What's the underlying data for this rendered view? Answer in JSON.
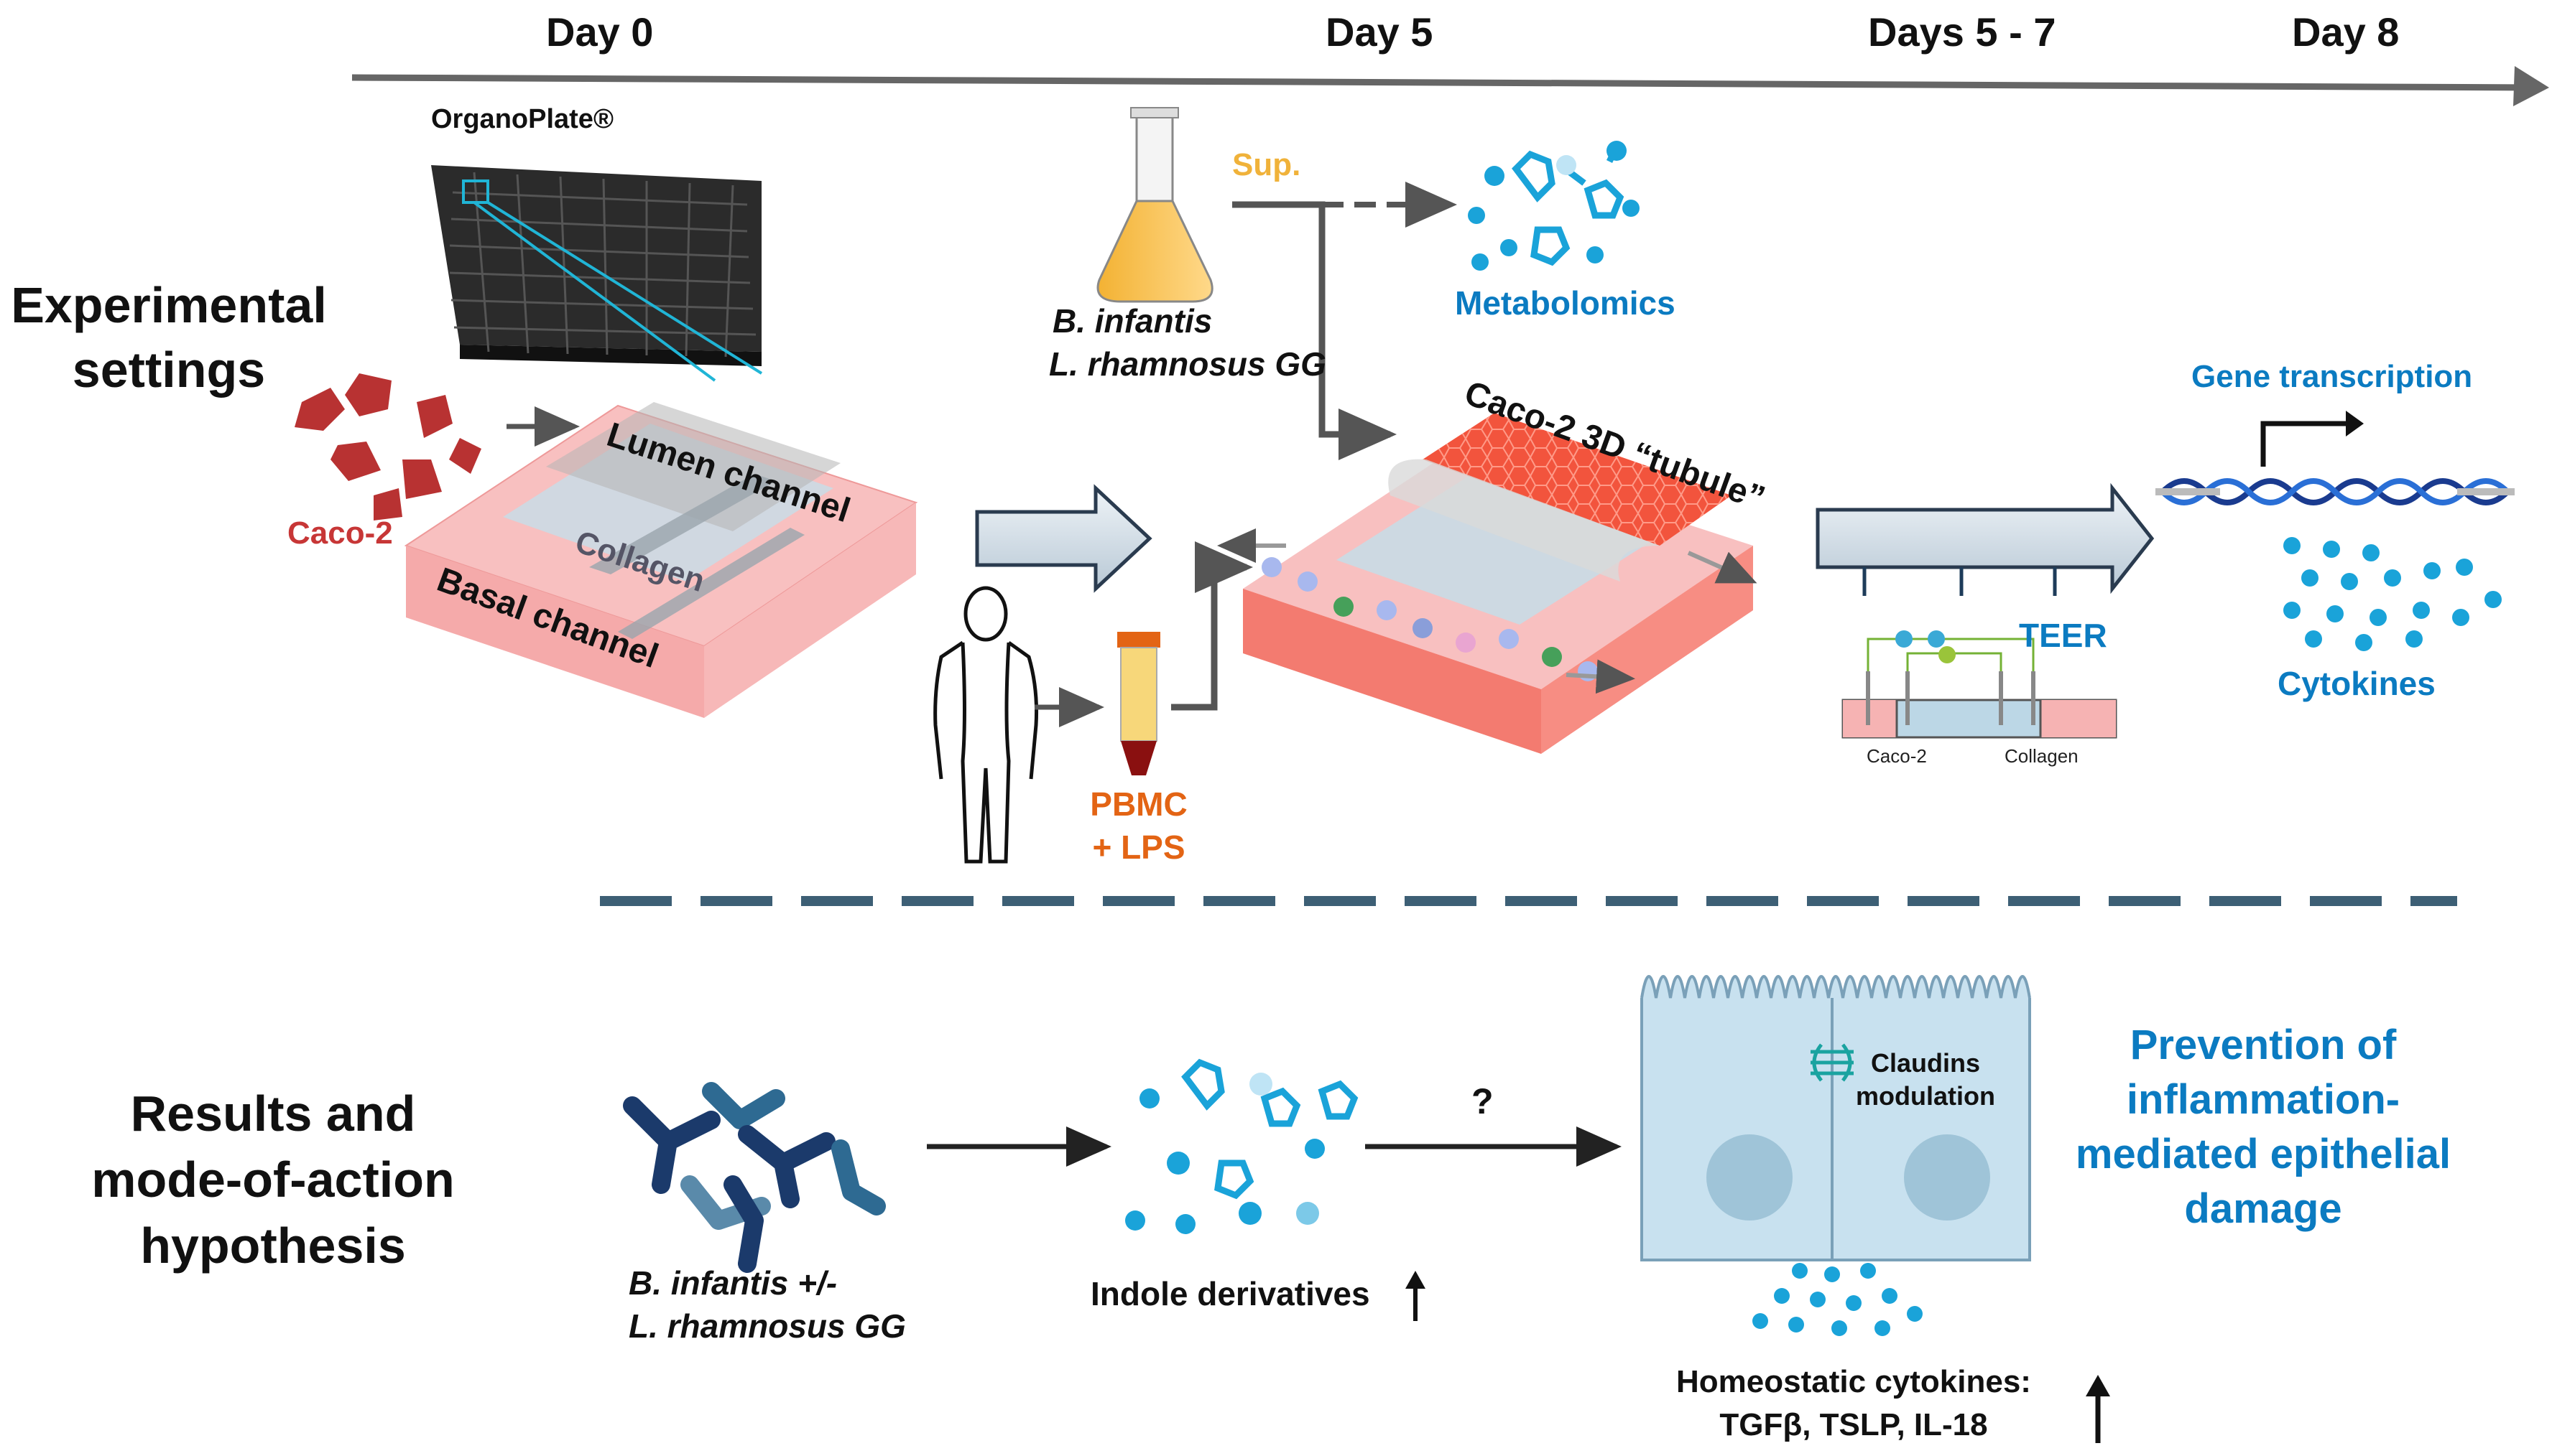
{
  "timeline": {
    "day0": "Day 0",
    "day5": "Day 5",
    "days57": "Days 5 - 7",
    "day8": "Day 8"
  },
  "sections": {
    "experimental": "Experimental\nsettings",
    "results": "Results and\nmode-of-action\nhypothesis"
  },
  "top": {
    "organoplate": "OrganoPlate®",
    "caco2_cells": "Caco-2",
    "lumen": "Lumen channel",
    "collagen": "Collagen",
    "basal": "Basal channel",
    "bacteria1": "B. infantis",
    "bacteria2": "L. rhamnosus GG",
    "sup": "Sup.",
    "metabolomics": "Metabolomics",
    "tubule": "Caco-2 3D “tubule”",
    "pbmc": "PBMC\n+ LPS",
    "teer": "TEER",
    "teer_caco2": "Caco-2",
    "teer_collagen": "Collagen",
    "gene": "Gene transcription",
    "cytokines": "Cytokines"
  },
  "bottom": {
    "bacteria1": "B. infantis +/-",
    "bacteria2": "L. rhamnosus GG",
    "indole": "Indole derivatives",
    "question": "?",
    "claudins": "Claudins\nmodulation",
    "prevention": "Prevention of\ninflammation-\nmediated epithelial\ndamage",
    "homeostatic1": "Homeostatic cytokines:",
    "homeostatic2": "TGFβ, TSLP, IL-18"
  },
  "colors": {
    "blue": "#0b7bc1",
    "red": "#c73636",
    "orange": "#e36414",
    "sup": "#f0b23a",
    "pink": "#f6b3b3",
    "lightblue": "#bcd7e6",
    "dash": "#3d5f75",
    "dark": "#1e3c5a",
    "tubule": "#f2543d"
  }
}
